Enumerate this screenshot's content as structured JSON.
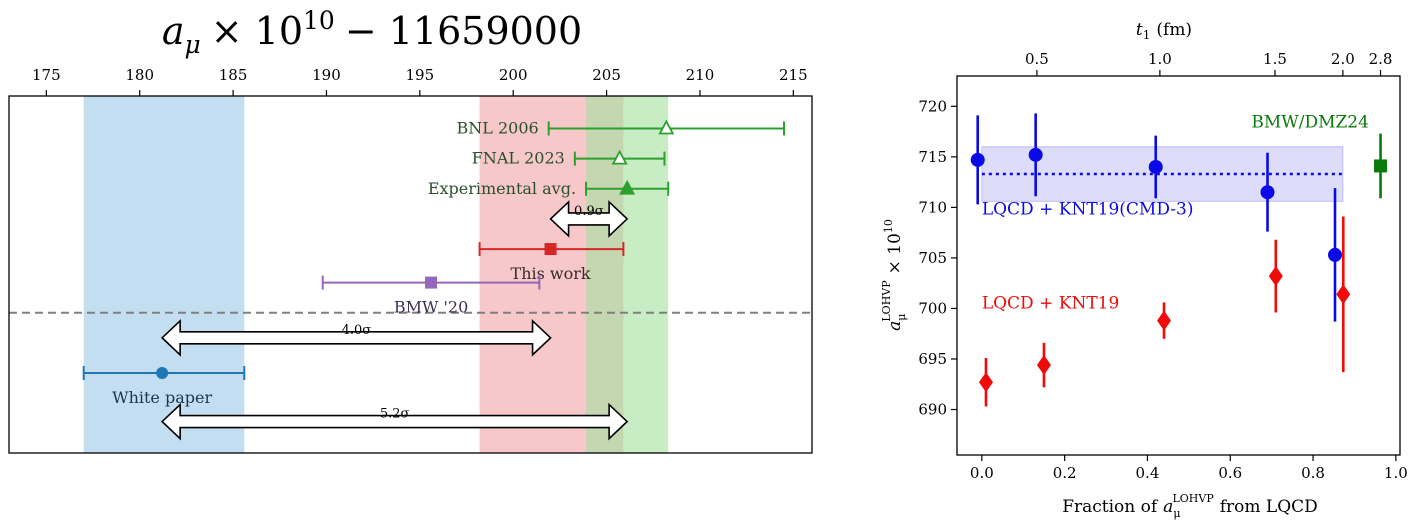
{
  "chart_data": [
    {
      "type": "scatter",
      "title_main": "a",
      "title_sub": "μ",
      "title_times": "× 10",
      "title_exp": "10",
      "title_tail": "− 11659000",
      "xlim": [
        173,
        216
      ],
      "xticks": [
        175,
        180,
        185,
        190,
        195,
        200,
        205,
        210,
        215
      ],
      "bands": [
        {
          "name": "White paper band",
          "range": [
            177.0,
            185.6
          ],
          "color": "#9ecae9"
        },
        {
          "name": "This work band",
          "range": [
            198.2,
            205.9
          ],
          "color": "#f2a7a9"
        },
        {
          "name": "Experimental avg. band",
          "range": [
            203.9,
            208.3
          ],
          "color": "#a7e0a0"
        }
      ],
      "separator": {
        "row": 6.35
      },
      "points": [
        {
          "label": "BNL 2006",
          "value": 208.2,
          "low": 201.9,
          "high": 214.5,
          "row": 0.85,
          "marker": "triangle-open",
          "color": "#2ca02c",
          "label_color": "#2a4f2a",
          "label_side": "left"
        },
        {
          "label": "FNAL 2023",
          "value": 205.7,
          "low": 203.3,
          "high": 208.1,
          "row": 1.75,
          "marker": "triangle-open",
          "color": "#2ca02c",
          "label_color": "#2a4f2a",
          "label_side": "left"
        },
        {
          "label": "Experimental avg.",
          "value": 206.1,
          "low": 203.9,
          "high": 208.3,
          "row": 2.65,
          "marker": "triangle",
          "color": "#2ca02c",
          "label_color": "#2a4f2a",
          "label_side": "left"
        },
        {
          "label": "This work",
          "value": 202.0,
          "low": 198.2,
          "high": 205.9,
          "row": 4.45,
          "marker": "square",
          "color": "#d62728",
          "label_color": "#3a2a2a",
          "label_side": "below"
        },
        {
          "label": "BMW '20",
          "value": 195.6,
          "low": 189.8,
          "high": 201.4,
          "row": 5.45,
          "marker": "square",
          "color": "#9467bd",
          "label_color": "#3d2f55",
          "label_side": "below"
        },
        {
          "label": "White paper",
          "value": 181.2,
          "low": 177.0,
          "high": 185.6,
          "row": 8.15,
          "marker": "circle",
          "color": "#1f77b4",
          "label_color": "#1d3550",
          "label_side": "below"
        }
      ],
      "arrows": [
        {
          "label": "0.9σ",
          "from": 202.0,
          "to": 206.1,
          "row": 3.55
        },
        {
          "label": "4.0σ",
          "from": 181.2,
          "to": 202.0,
          "row": 7.1
        },
        {
          "label": "5.2σ",
          "from": 181.2,
          "to": 206.1,
          "row": 9.6
        }
      ]
    },
    {
      "type": "scatter",
      "top_xlabel_main": "t",
      "top_xlabel_sub": "1",
      "top_xlabel_unit": "(fm)",
      "top_ticks": [
        {
          "label": "0.5",
          "x": 0.133
        },
        {
          "label": "1.0",
          "x": 0.43
        },
        {
          "label": "1.5",
          "x": 0.708
        },
        {
          "label": "2.0",
          "x": 0.872
        },
        {
          "label": "2.8",
          "x": 0.963
        }
      ],
      "xlabel_pre": "Fraction of",
      "xlabel_sym": "a",
      "xlabel_sub": "μ",
      "xlabel_sup": "LOHVP",
      "xlabel_post": "from LQCD",
      "ylabel_sym": "a",
      "ylabel_sub": "μ",
      "ylabel_sup": "LOHVP",
      "ylabel_times": "× 10",
      "ylabel_exp": "10",
      "xlim": [
        -0.06,
        1.01
      ],
      "ylim": [
        685.5,
        723.0
      ],
      "xticks": [
        0.0,
        0.2,
        0.4,
        0.6,
        0.8,
        1.0
      ],
      "xtick_labels": [
        "0.0",
        "0.2",
        "0.4",
        "0.6",
        "0.8",
        "1.0"
      ],
      "yticks": [
        690,
        695,
        700,
        705,
        710,
        715,
        720
      ],
      "band": {
        "x_range": [
          0.0,
          0.872
        ],
        "y_range": [
          710.6,
          716.0
        ],
        "center": 713.3,
        "color": "#6464e6"
      },
      "series": [
        {
          "name": "LQCD + KNT19(CMD-3)",
          "color": "#0a0ae6",
          "marker": "circle",
          "points": [
            {
              "x": -0.01,
              "y": 714.7,
              "err": 4.4
            },
            {
              "x": 0.13,
              "y": 715.2,
              "err": 4.1
            },
            {
              "x": 0.42,
              "y": 714.0,
              "err": 3.1
            },
            {
              "x": 0.69,
              "y": 711.5,
              "err": 3.9
            },
            {
              "x": 0.853,
              "y": 705.3,
              "err": 6.6
            }
          ]
        },
        {
          "name": "LQCD + KNT19",
          "color": "#f00a0a",
          "marker": "diamond",
          "points": [
            {
              "x": 0.01,
              "y": 692.7,
              "err": 2.4
            },
            {
              "x": 0.15,
              "y": 694.4,
              "err": 2.2
            },
            {
              "x": 0.44,
              "y": 698.8,
              "err": 1.8
            },
            {
              "x": 0.71,
              "y": 703.2,
              "err": 3.6
            },
            {
              "x": 0.873,
              "y": 701.4,
              "err": 7.7
            }
          ]
        },
        {
          "name": "BMW/DMZ24",
          "color": "#0a7a0a",
          "marker": "square",
          "points": [
            {
              "x": 0.963,
              "y": 714.1,
              "err": 3.2
            }
          ]
        }
      ]
    }
  ]
}
